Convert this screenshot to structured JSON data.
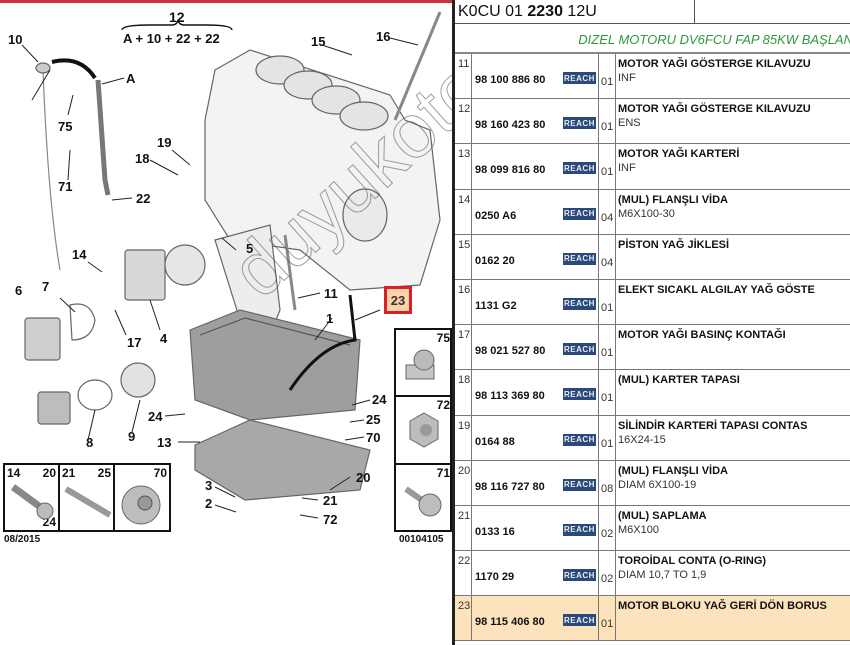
{
  "diagram": {
    "assembly_label": "12",
    "assembly_formula": "A + 10 + 22 + 22",
    "callouts": [
      "10",
      "A",
      "75",
      "71",
      "19",
      "18",
      "22",
      "15",
      "16",
      "14",
      "5",
      "6",
      "7",
      "17",
      "4",
      "11",
      "1",
      "8",
      "9",
      "24",
      "24",
      "25",
      "70",
      "13",
      "3",
      "2",
      "20",
      "21",
      "72"
    ],
    "highlighted_callout": "23",
    "insets_bottom": [
      {
        "labels": [
          "14",
          "20",
          "24"
        ],
        "part": "flange-bolt"
      },
      {
        "labels": [
          "21",
          "25"
        ],
        "part": "stud"
      },
      {
        "labels": [
          "70"
        ],
        "part": "flange-nut"
      }
    ],
    "insets_right": [
      {
        "label": "75",
        "part": "clip"
      },
      {
        "label": "72",
        "part": "flange-nut"
      },
      {
        "label": "71",
        "part": "hex-screw"
      }
    ],
    "date": "08/2015",
    "figure_id": "00104105",
    "watermark": "duyukoto.com"
  },
  "header": {
    "code_prefix": "K0CU 01 ",
    "code_bold": "2230",
    "code_suffix": " 12U",
    "title": "DIZEL MOTORU DV6FCU FAP 85KW BAŞLAN"
  },
  "colors": {
    "title_green": "#2c9a3a",
    "badge_navy": "#2b4a7a",
    "highlight_row": "#fde3bc",
    "highlight_border": "#d8202a"
  },
  "parts": [
    {
      "no": "11",
      "ref": "98 100 886 80",
      "badge": "REACH",
      "qty": "01",
      "desc": "MOTOR YAĞI GÖSTERGE KILAVUZU",
      "note": "INF"
    },
    {
      "no": "12",
      "ref": "98 160 423 80",
      "badge": "REACH",
      "qty": "01",
      "desc": "MOTOR YAĞI GÖSTERGE KILAVUZU",
      "note": "ENS"
    },
    {
      "no": "13",
      "ref": "98 099 816 80",
      "badge": "REACH",
      "qty": "01",
      "desc": "MOTOR YAĞI KARTERİ",
      "note": "INF"
    },
    {
      "no": "14",
      "ref": "0250 A6",
      "badge": "REACH",
      "qty": "04",
      "desc": "(MUL) FLANŞLI VİDA",
      "note": "M6X100-30"
    },
    {
      "no": "15",
      "ref": "0162 20",
      "badge": "REACH",
      "qty": "04",
      "desc": "PİSTON YAĞ JİKLESİ",
      "note": ""
    },
    {
      "no": "16",
      "ref": "1131 G2",
      "badge": "REACH",
      "qty": "01",
      "desc": "ELEKT SICAKL ALGILAY YAĞ GÖSTE",
      "note": ""
    },
    {
      "no": "17",
      "ref": "98 021 527 80",
      "badge": "REACH",
      "qty": "01",
      "desc": "MOTOR YAĞI BASINÇ KONTAĞI",
      "note": ""
    },
    {
      "no": "18",
      "ref": "98 113 369 80",
      "badge": "REACH",
      "qty": "01",
      "desc": "(MUL) KARTER TAPASI",
      "note": ""
    },
    {
      "no": "19",
      "ref": "0164 88",
      "badge": "REACH",
      "qty": "01",
      "desc": "SİLİNDİR KARTERİ TAPASI CONTAS",
      "note": "16X24-15"
    },
    {
      "no": "20",
      "ref": "98 116 727 80",
      "badge": "REACH",
      "qty": "08",
      "desc": "(MUL) FLANŞLI VİDA",
      "note": "DIAM 6X100-19"
    },
    {
      "no": "21",
      "ref": "0133 16",
      "badge": "REACH",
      "qty": "02",
      "desc": "(MUL) SAPLAMA",
      "note": "M6X100"
    },
    {
      "no": "22",
      "ref": "1170 29",
      "badge": "REACH",
      "qty": "02",
      "desc": "TOROİDAL CONTA (O-RING)",
      "note": "DIAM 10,7 TO 1,9"
    },
    {
      "no": "23",
      "ref": "98 115 406 80",
      "badge": "REACH",
      "qty": "01",
      "desc": "MOTOR BLOKU YAĞ GERİ DÖN BORUS",
      "note": "",
      "highlighted": true
    }
  ]
}
